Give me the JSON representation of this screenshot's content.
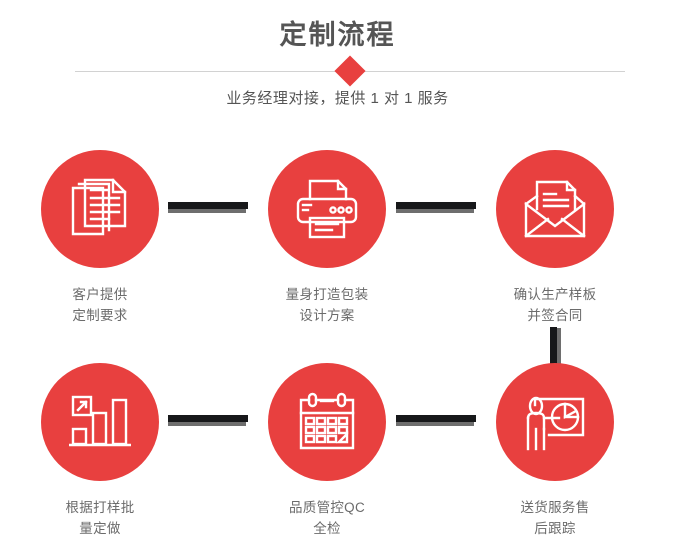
{
  "header": {
    "title": "定制流程",
    "subtitle": "业务经理对接，提供 1 对 1 服务",
    "accent_color": "#e8403f",
    "divider_color": "#d2d2d2",
    "title_color": "#555555"
  },
  "flow": {
    "circle_color": "#e8403f",
    "connector_color": "#17181a",
    "connector_shadow_color": "#6e6e6e",
    "label_color": "#6b6b6b",
    "steps": [
      {
        "index": 1,
        "icon": "documents-stack-icon",
        "label": "客户提供\n定制要求",
        "row": 1,
        "column": 1
      },
      {
        "index": 2,
        "icon": "printer-icon",
        "label": "量身打造包装\n设计方案",
        "row": 1,
        "column": 2
      },
      {
        "index": 3,
        "icon": "envelope-document-icon",
        "label": "确认生产样板\n并签合同",
        "row": 1,
        "column": 3
      },
      {
        "index": 4,
        "icon": "bar-chart-growth-icon",
        "label": "根据打样批\n量定做",
        "row": 2,
        "column": 1
      },
      {
        "index": 5,
        "icon": "calendar-icon",
        "label": "品质管控QC\n全检",
        "row": 2,
        "column": 2
      },
      {
        "index": 6,
        "icon": "presentation-person-icon",
        "label": "送货服务售\n后跟踪",
        "row": 2,
        "column": 3
      }
    ]
  }
}
